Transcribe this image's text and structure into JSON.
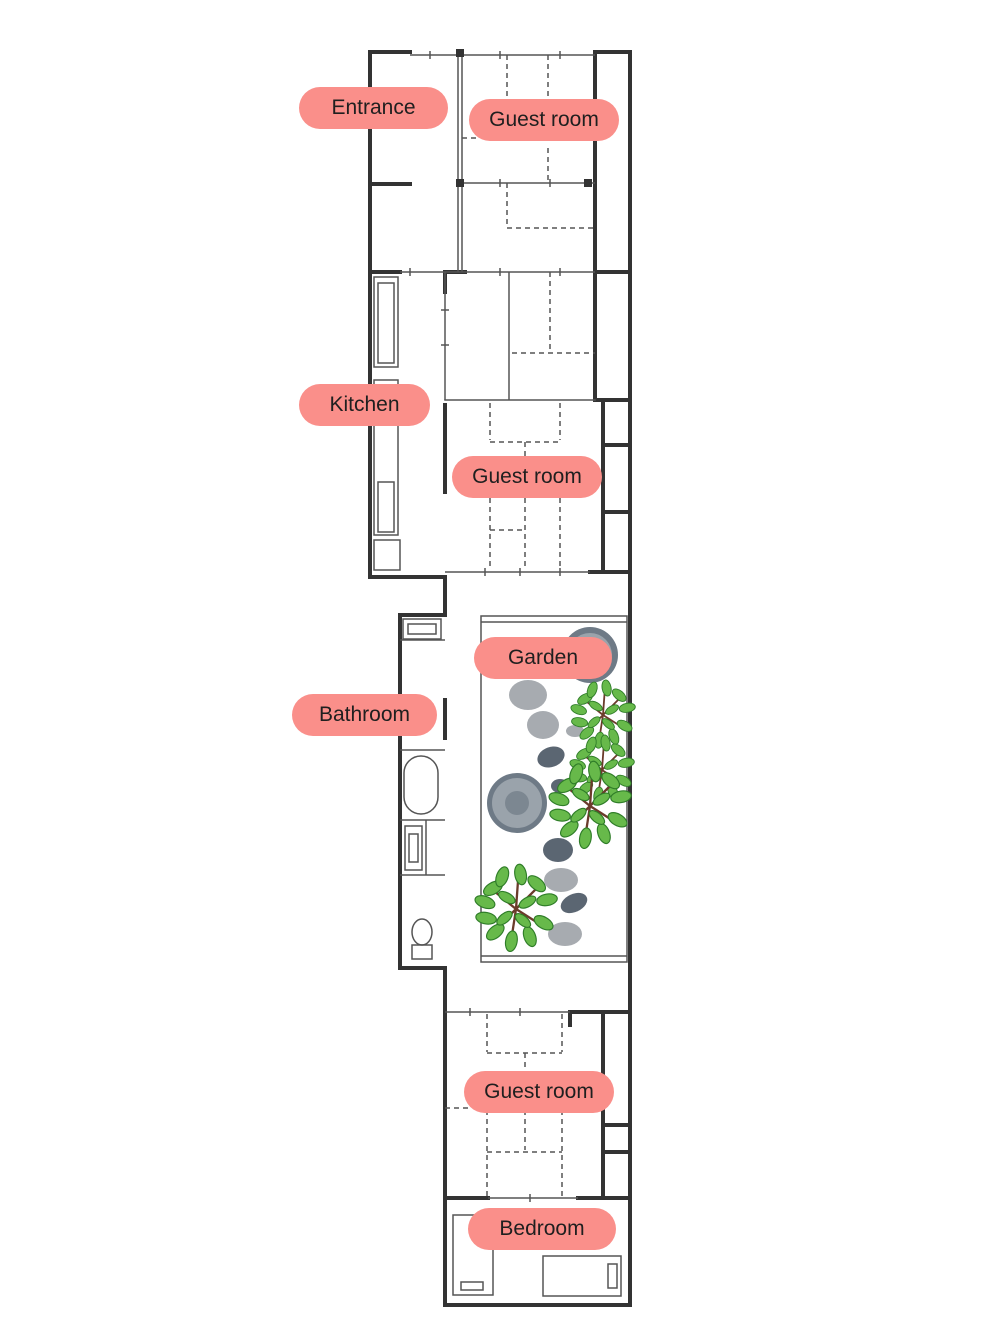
{
  "colors": {
    "wall": "#333333",
    "line": "#555555",
    "label_bg": "#fa8f8a",
    "label_text": "#1f1f1f",
    "stone_light": "#a7abb0",
    "stone_dark": "#5b6672",
    "foliage": "#67b94a",
    "foliage_dark": "#2f7d28",
    "branch": "#6b3b2b"
  },
  "rooms": {
    "entrance": "Entrance",
    "guest_room_1": "Guest room",
    "kitchen": "Kitchen",
    "guest_room_2": "Guest room",
    "garden": "Garden",
    "bathroom": "Bathroom",
    "guest_room_3": "Guest room",
    "bedroom": "Bedroom"
  }
}
